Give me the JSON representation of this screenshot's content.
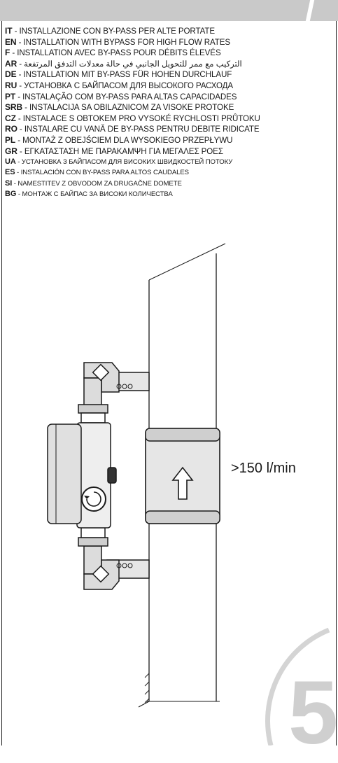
{
  "languages": [
    {
      "code": "IT",
      "text": " - INSTALLAZIONE CON BY-PASS PER ALTE PORTATE"
    },
    {
      "code": "EN",
      "text": " - INSTALLATION WITH BYPASS FOR HIGH FLOW RATES"
    },
    {
      "code": "F",
      "text": " - INSTALLATION AVEC BY-PASS POUR DÉBITS ÉLEVÉS"
    },
    {
      "code": "AR",
      "text": " - التركيب مع ممر للتحويل الجانبي في حالة معدلات التدفق المرتفعة"
    },
    {
      "code": "DE",
      "text": " - INSTALLATION MIT BY-PASS FÜR HOHEN DURCHLAUF"
    },
    {
      "code": "RU",
      "text": " - УСТАНОВКА С БАЙПАСОМ ДЛЯ ВЫСОКОГО РАСХОДА"
    },
    {
      "code": "PT",
      "text": " - INSTALAÇÃO COM BY-PASS PARA ALTAS CAPACIDADES"
    },
    {
      "code": "SRB",
      "text": " - INSTALACIJA SA OBILAZNICOM ZA VISOKE PROTOKE"
    },
    {
      "code": "CZ",
      "text": " - INSTALACE S OBTOKEM PRO VYSOKÉ RYCHLOSTI PRŮTOKU"
    },
    {
      "code": "RO",
      "text": " - INSTALARE CU VANĂ DE BY-PASS PENTRU DEBITE RIDICATE"
    },
    {
      "code": "PL",
      "text": " - MONTAŻ Z OBEJŚCIEM DLA WYSOKIEGO PRZEPŁYWU"
    },
    {
      "code": "GR",
      "text": " - ΕΓΚΑΤΑΣΤΑΣΗ ΜΕ ΠΑΡΑΚΑΜΨΗ ΓΙΑ ΜΕΓΑΛΕΣ ΡΟΕΣ"
    },
    {
      "code": "UA",
      "text": " - УСТАНОВКА З БАЙПАСОМ ДЛЯ ВИСОКИХ ШВИДКОСТЕЙ ПОТОКУ"
    },
    {
      "code": "ES",
      "text": " - INSTALACIÓN CON BY-PASS PARA ALTOS CAUDALES"
    },
    {
      "code": "SI",
      "text": " - NAMESTITEV Z OBVODOM ZA DRUGAČNE DOMETE"
    },
    {
      "code": "BG",
      "text": " - МОНТАЖ С БАЙПАС ЗА ВИСОКИ КОЛИЧЕСТВА"
    }
  ],
  "flow_label": ">150 l/min",
  "page_number": "5",
  "colors": {
    "band": "#c9c9c9",
    "ink": "#1a1a1a",
    "device_fill": "#e6e6e6",
    "page_number": "#cfcfcf"
  }
}
